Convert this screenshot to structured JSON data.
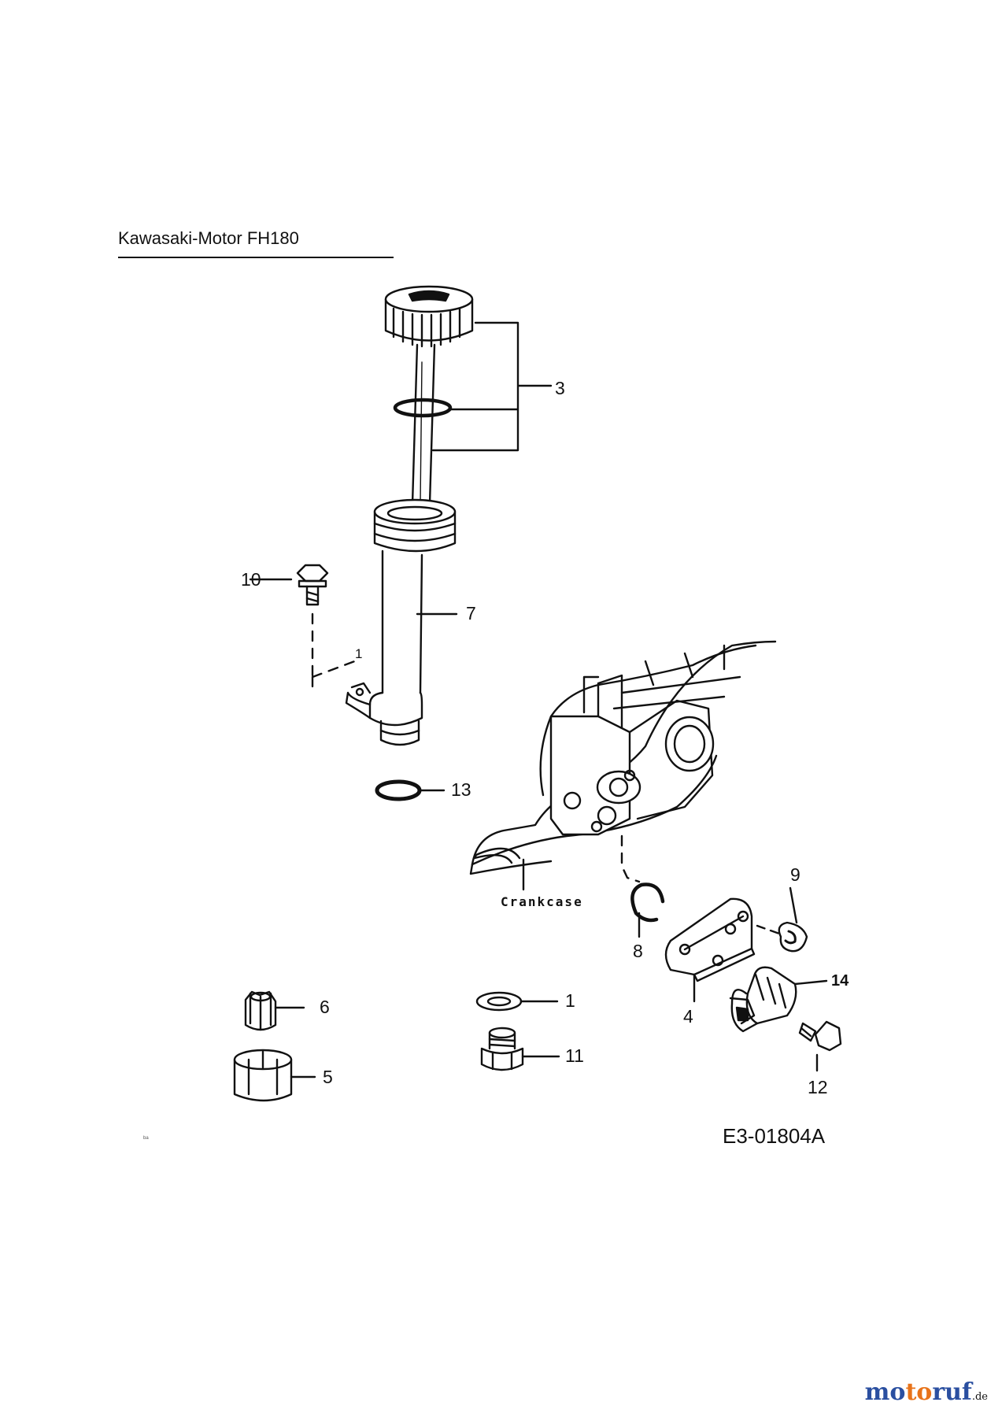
{
  "header": {
    "title": "Kawasaki-Motor FH180"
  },
  "labels": {
    "l1": "1",
    "l3": "3",
    "l4": "4",
    "l5": "5",
    "l6": "6",
    "l7": "7",
    "l8": "8",
    "l9": "9",
    "l10": "10",
    "l11": "11",
    "l12": "12",
    "l13": "13",
    "l14": "14",
    "l1small": "1",
    "crankcase": "Crankcase"
  },
  "footer": {
    "code": "E3-01804A",
    "tiny_mark": "ba"
  },
  "watermark": {
    "name_main": "motoruf",
    "name_suffix": ".de",
    "colors": {
      "mo": "#2a4fa0",
      "to": "#e8731a",
      "ruf": "#2a4fa0"
    }
  },
  "colors": {
    "line": "#111111",
    "paper": "#ffffff"
  }
}
